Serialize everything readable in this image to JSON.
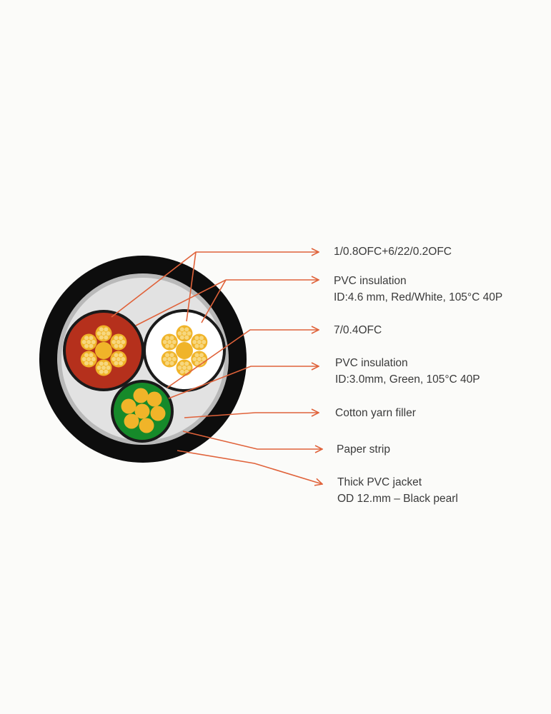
{
  "colors": {
    "background": "#fbfbf9",
    "jacket": "#0d0d0d",
    "paper_strip": "#b9b9b9",
    "filler": "#e2e2e2",
    "red_insulation": "#b5301c",
    "white_insulation": "#ffffff",
    "green_insulation": "#168a2a",
    "conductor": "#f0b429",
    "strand": "#f7d77e",
    "callout": "#e0623a",
    "text": "#3a3a3a"
  },
  "labels": [
    {
      "id": "conductor-large",
      "lines": [
        "1/0.8OFC+6/22/0.2OFC"
      ]
    },
    {
      "id": "insulation-large",
      "lines": [
        "PVC insulation",
        "ID:4.6 mm, Red/White, 105°C 40P"
      ]
    },
    {
      "id": "conductor-small",
      "lines": [
        "7/0.4OFC"
      ]
    },
    {
      "id": "insulation-small",
      "lines": [
        "PVC insulation",
        "ID:3.0mm, Green, 105°C 40P"
      ]
    },
    {
      "id": "filler",
      "lines": [
        "Cotton yarn filler"
      ]
    },
    {
      "id": "paper-strip",
      "lines": [
        "Paper strip"
      ]
    },
    {
      "id": "jacket",
      "lines": [
        "Thick PVC jacket",
        "OD 12.mm – Black pearl"
      ]
    }
  ]
}
